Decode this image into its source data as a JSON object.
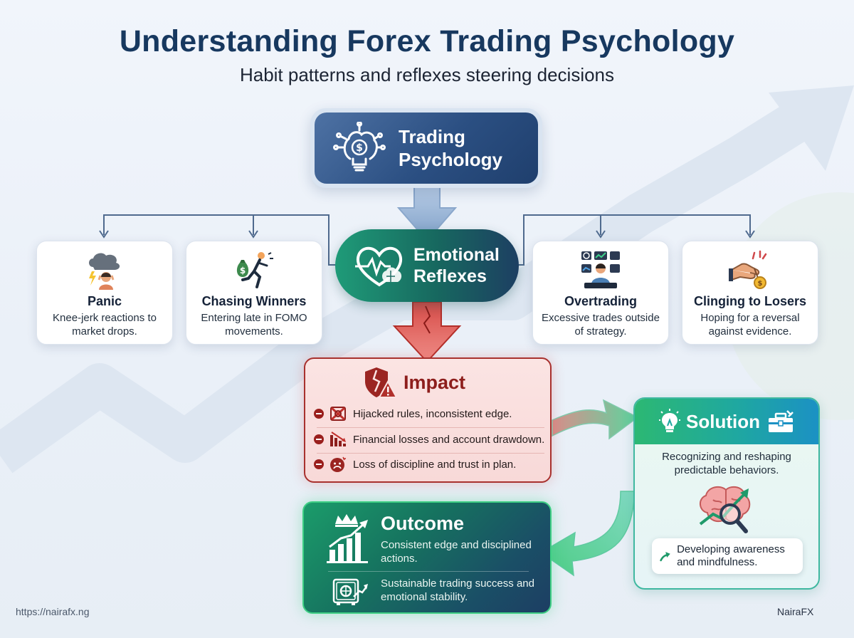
{
  "header": {
    "title": "Understanding Forex Trading Psychology",
    "subtitle": "Habit patterns and reflexes steering decisions"
  },
  "nodes": {
    "top": {
      "line1": "Trading",
      "line2": "Psychology",
      "icon": "brain-bulb-icon"
    },
    "emotional": {
      "line1": "Emotional",
      "line2": "Reflexes",
      "icon": "heart-brain-icon"
    }
  },
  "reflexes": [
    {
      "title": "Panic",
      "desc": "Knee-jerk reactions to market drops.",
      "icon": "storm-cloud-person-icon"
    },
    {
      "title": "Chasing Winners",
      "desc": "Entering late in FOMO movements.",
      "icon": "running-money-icon"
    },
    {
      "title": "Overtrading",
      "desc": "Excessive trades outside of strategy.",
      "icon": "trader-screens-icon"
    },
    {
      "title": "Clinging to Losers",
      "desc": "Hoping for a reversal against evidence.",
      "icon": "hand-coin-icon"
    }
  ],
  "impact": {
    "title": "Impact",
    "icon": "broken-shield-warning-icon",
    "items": [
      {
        "text": "Hijacked rules, inconsistent edge.",
        "icon": "broken-rules-icon"
      },
      {
        "text": "Financial losses and account drawdown.",
        "icon": "falling-bars-icon"
      },
      {
        "text": "Loss of discipline and trust in plan.",
        "icon": "sad-face-icon"
      }
    ]
  },
  "solution": {
    "title": "Solution",
    "icon": "lightbulb-icon",
    "icon2": "toolbox-icon",
    "desc": "Recognizing and reshaping predictable behaviors.",
    "note": "Developing awareness and mindfulness.",
    "illustration": "brain-magnifier-icon"
  },
  "outcome": {
    "title": "Outcome",
    "item1": "Consistent edge and disciplined actions.",
    "item2": "Sustainable trading success and emotional stability.",
    "icon1": "crown-chart-icon",
    "icon2": "safe-icon"
  },
  "footer": {
    "url": "https://nairafx.ng",
    "brand": "NairaFX"
  },
  "colors": {
    "title": "#17385f",
    "impact": "#8d1e1c",
    "solution": "#1fa8a0",
    "outcome": "#16725f"
  }
}
